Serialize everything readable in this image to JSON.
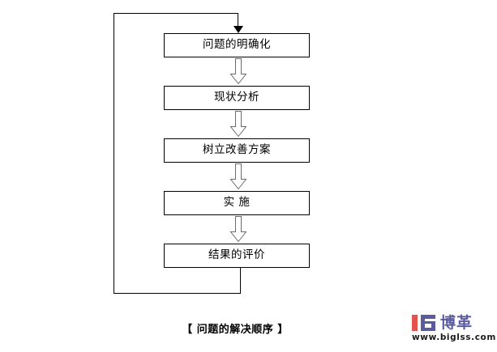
{
  "diagram": {
    "caption": "【 问题的解决顺序 】",
    "steps": [
      {
        "id": "step-1",
        "label": "问题的明确化"
      },
      {
        "id": "step-2",
        "label": "现状分析"
      },
      {
        "id": "step-3",
        "label": "树立改善方案"
      },
      {
        "id": "step-4",
        "label": "实 施"
      },
      {
        "id": "step-5",
        "label": "结果的评价"
      }
    ],
    "connectors": [
      {
        "id": "arrow-1",
        "from": "step-1",
        "to": "step-2",
        "style": "hollow-block-down-arrow"
      },
      {
        "id": "arrow-2",
        "from": "step-2",
        "to": "step-3",
        "style": "hollow-block-down-arrow"
      },
      {
        "id": "arrow-3",
        "from": "step-3",
        "to": "step-4",
        "style": "hollow-block-down-arrow"
      },
      {
        "id": "arrow-4",
        "from": "step-4",
        "to": "step-5",
        "style": "hollow-block-down-arrow"
      },
      {
        "id": "feedback-loop",
        "from": "step-5",
        "to": "step-1",
        "style": "solid-line-with-filled-arrowhead"
      }
    ],
    "colors": {
      "line": "#000000",
      "box_fill": "#ffffff",
      "arrow_outline": "#6b6b6b",
      "arrow_fill": "#ffffff",
      "text": "#000000"
    }
  },
  "watermark": {
    "brand_cn": "博革",
    "url": "www.biglss.com",
    "mark_left_color": "#e4544e",
    "mark_right_color": "#5b5b9e",
    "brand_color": "#5b5b9e",
    "url_color": "#1a1a1a"
  }
}
